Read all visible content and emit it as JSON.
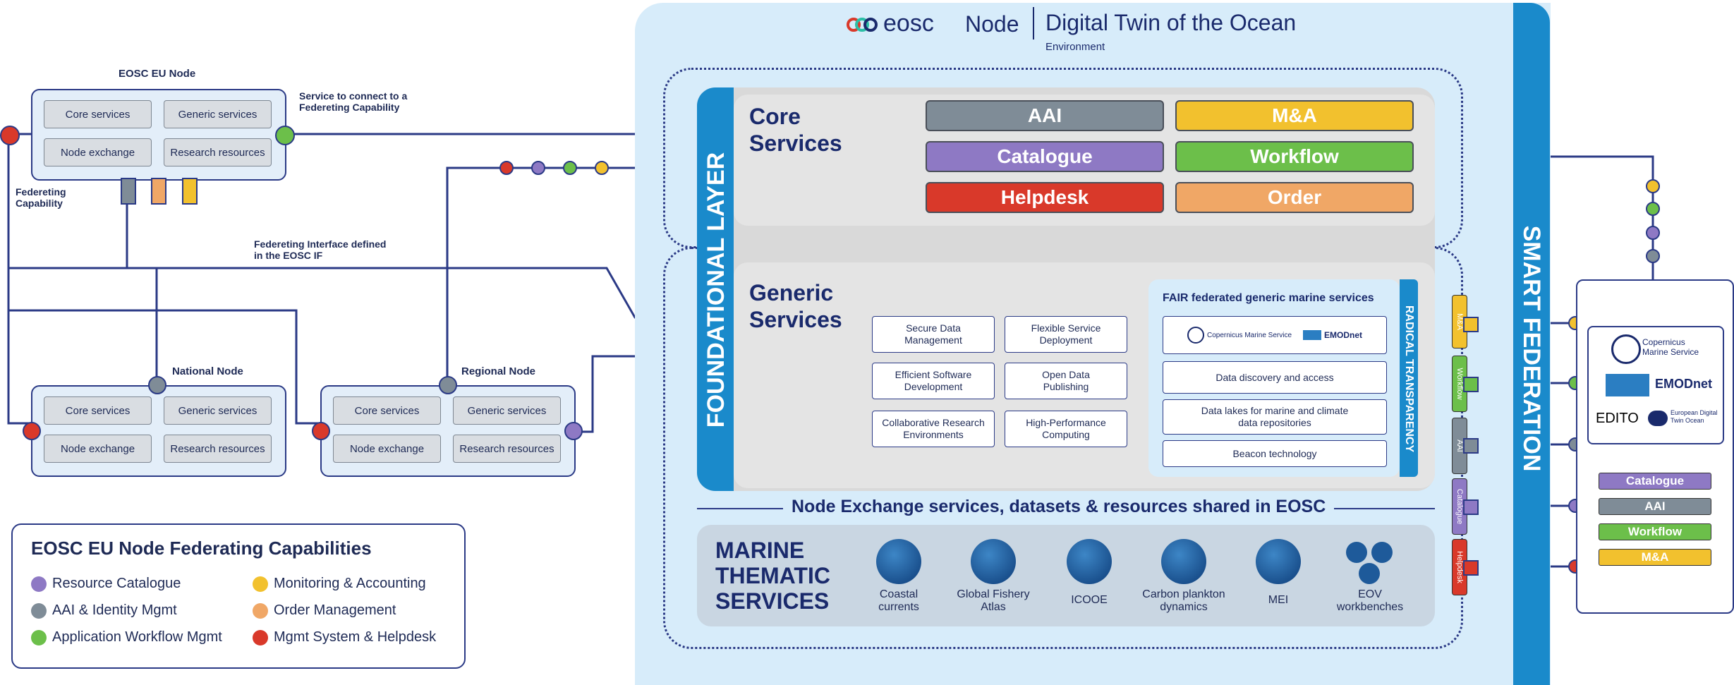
{
  "header": {
    "logo_text": "eosc",
    "node": "Node",
    "title": "Digital Twin of the Ocean",
    "subtitle": "Environment"
  },
  "eu_node": {
    "title": "EOSC EU Node",
    "core": "Core services",
    "generic": "Generic services",
    "exchange": "Node exchange",
    "research": "Research resources"
  },
  "national_node": {
    "title": "National Node",
    "core": "Core services",
    "generic": "Generic services",
    "exchange": "Node exchange",
    "research": "Research resources"
  },
  "regional_node": {
    "title": "Regional Node",
    "core": "Core services",
    "generic": "Generic services",
    "exchange": "Node exchange",
    "research": "Research resources"
  },
  "annotations": {
    "service_connect": "Service to connect to a Federeting Capability",
    "federeting_capability": "Federeting Capability",
    "federeting_interface": "Federeting Interface defined in the EOSC IF"
  },
  "legend": {
    "title": "EOSC EU Node Federating Capabilities",
    "items": [
      {
        "label": "Resource Catalogue",
        "color": "#8e79c4"
      },
      {
        "label": "Monitoring & Accounting",
        "color": "#f2c12e"
      },
      {
        "label": "AAI & Identity Mgmt",
        "color": "#7f8c97"
      },
      {
        "label": "Order Management",
        "color": "#f0a766"
      },
      {
        "label": "Application Workflow Mgmt",
        "color": "#6cbf4a"
      },
      {
        "label": "Mgmt System & Helpdesk",
        "color": "#d9392a"
      }
    ]
  },
  "foundational_layer": "FOUNDATIONAL LAYER",
  "smart_federation": "SMART FEDERATION",
  "radical_transparency": "RADICAL TRANSPARENCY",
  "core_services": {
    "title_line1": "Core",
    "title_line2": "Services",
    "items": [
      {
        "label": "AAI",
        "color": "#7f8c97"
      },
      {
        "label": "M&A",
        "color": "#f2c12e"
      },
      {
        "label": "Catalogue",
        "color": "#8e79c4"
      },
      {
        "label": "Workflow",
        "color": "#6cbf4a"
      },
      {
        "label": "Helpdesk",
        "color": "#d9392a"
      },
      {
        "label": "Order",
        "color": "#f0a766"
      }
    ]
  },
  "generic_services": {
    "title_line1": "Generic",
    "title_line2": "Services",
    "items": [
      {
        "line1": "Secure Data",
        "line2": "Management"
      },
      {
        "line1": "Flexible Service",
        "line2": "Deployment"
      },
      {
        "line1": "Efficient Software",
        "line2": "Development"
      },
      {
        "line1": "Open Data",
        "line2": "Publishing"
      },
      {
        "line1": "Collaborative Research",
        "line2": "Environments"
      },
      {
        "line1": "High-Performance",
        "line2": "Computing"
      }
    ]
  },
  "fair": {
    "title": "FAIR federated generic marine services",
    "logo_copernicus": "Copernicus Marine Service",
    "logo_emodnet": "EMODnet",
    "items": [
      {
        "line1": "Data discovery and access",
        "line2": ""
      },
      {
        "line1": "Data lakes for marine and climate",
        "line2": "data repositories"
      },
      {
        "line1": "Beacon technology",
        "line2": ""
      }
    ]
  },
  "node_exchange": "Node Exchange services, datasets & resources shared in EOSC",
  "marine": {
    "title_line1": "MARINE",
    "title_line2": "THEMATIC",
    "title_line3": "SERVICES",
    "items": [
      {
        "line1": "Coastal",
        "line2": "currents"
      },
      {
        "line1": "Global Fishery",
        "line2": "Atlas"
      },
      {
        "line1": "ICOOE",
        "line2": ""
      },
      {
        "line1": "Carbon plankton",
        "line2": "dynamics"
      },
      {
        "line1": "MEI",
        "line2": ""
      },
      {
        "line1": "EOV",
        "line2": "workbenches"
      }
    ]
  },
  "side_tags": [
    {
      "label": "M&A",
      "color": "#f2c12e"
    },
    {
      "label": "Workflow",
      "color": "#6cbf4a"
    },
    {
      "label": "AAI",
      "color": "#7f8c97"
    },
    {
      "label": "Catalogue",
      "color": "#8e79c4"
    },
    {
      "label": "Helpdesk",
      "color": "#d9392a"
    }
  ],
  "right_panel": {
    "copernicus_line1": "Copernicus",
    "copernicus_line2": "Marine Service",
    "emodnet": "EMODnet",
    "edito": "EDITO",
    "edito_sub": "European Digital Twin Ocean",
    "buttons": [
      {
        "label": "Catalogue",
        "color": "#8e79c4"
      },
      {
        "label": "AAI",
        "color": "#7f8c97"
      },
      {
        "label": "Workflow",
        "color": "#6cbf4a"
      },
      {
        "label": "M&A",
        "color": "#f2c12e"
      }
    ]
  }
}
